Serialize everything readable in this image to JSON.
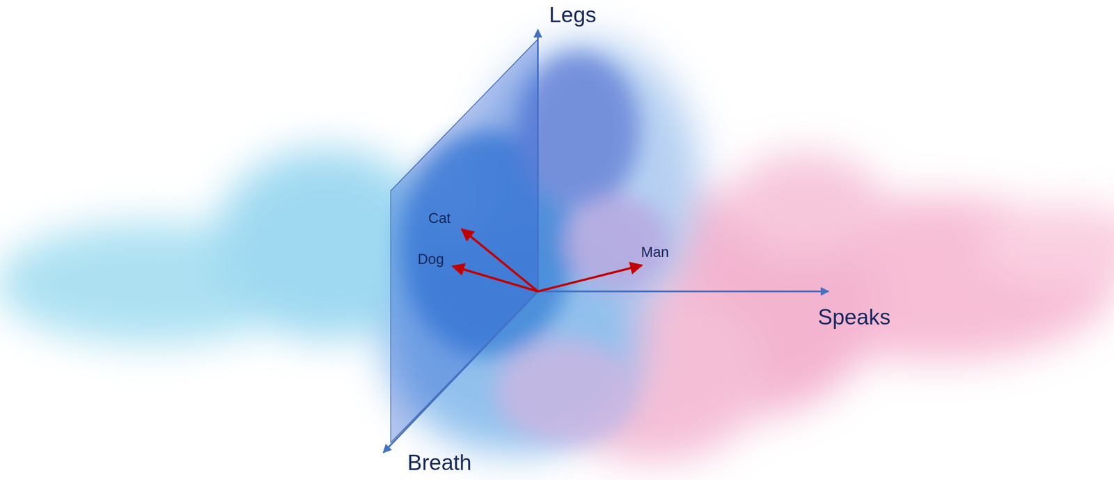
{
  "diagram": {
    "labels": [
      "Legs",
      "Speaks",
      "Breath",
      "Cat",
      "Dog",
      "Man"
    ]
  }
}
